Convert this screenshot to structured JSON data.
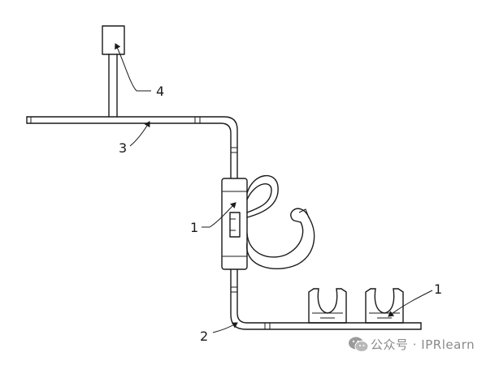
{
  "labels": {
    "clip_main": "1",
    "clip_pipe": "1",
    "pipe_lower": "2",
    "bar_upper": "3",
    "block_top": "4"
  },
  "watermark": {
    "text": "公众号 · IPRlearn",
    "icon": "wechat-icon"
  }
}
